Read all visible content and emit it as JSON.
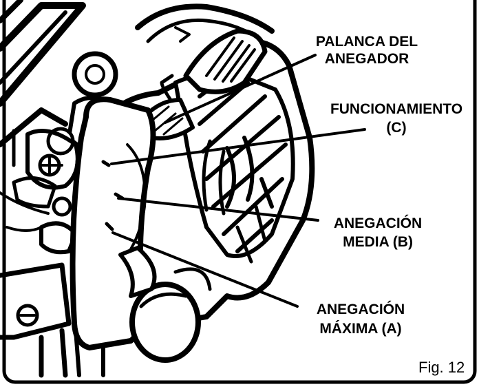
{
  "labels": {
    "primer_lever": [
      "PALANCA DEL",
      "ANEGADOR"
    ],
    "run": [
      "FUNCIONAMIENTO",
      "(C)"
    ],
    "half_choke": [
      "ANEGACIÓN",
      "MEDIA (B)"
    ],
    "full_choke": [
      "ANEGACIÓN",
      "MÁXIMA (A)"
    ]
  },
  "figure_label": "Fig. 12",
  "colors": {
    "ink": "#000000",
    "paper": "#ffffff"
  }
}
